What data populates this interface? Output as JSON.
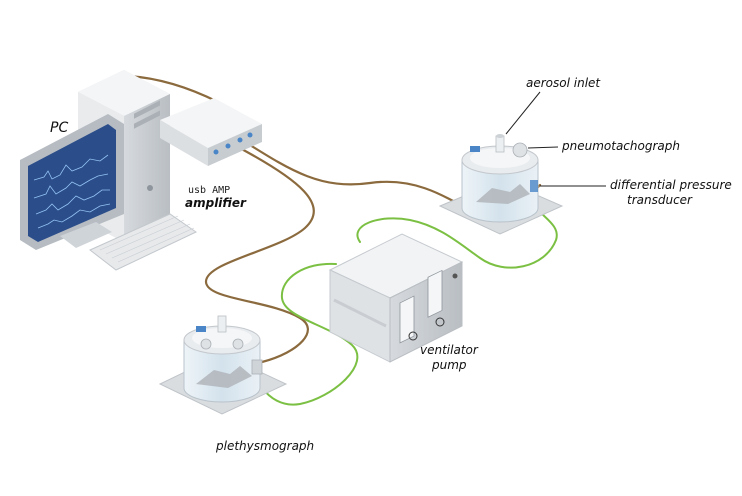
{
  "labels": {
    "pc": "PC",
    "usb_amp": "usb AMP",
    "amplifier": "amplifier",
    "aerosol_inlet": "aerosol inlet",
    "pneumotachograph": "pneumotachograph",
    "differential_pressure_line1": "differential pressure",
    "differential_pressure_line2": "transducer",
    "ventilator_line1": "ventilator",
    "ventilator_line2": "pump",
    "plethysmograph": "plethysmograph"
  },
  "colors": {
    "signal_cable": "#8b6a3e",
    "air_tube": "#7bc043",
    "device_body": "#e8eaec",
    "device_shade": "#c9cdd1",
    "screen_frame": "#9aa3ad",
    "screen_bg": "#2b4d8a",
    "chamber_glass": "#dfe9f1",
    "accent_blue": "#4a86c7"
  },
  "icons": {
    "computer": "pc-tower-icon",
    "monitor": "monitor-icon",
    "keyboard": "keyboard-icon",
    "amplifier": "amplifier-box-icon",
    "chamber": "plethysmograph-chamber-icon",
    "ventilator": "ventilator-pump-icon"
  }
}
